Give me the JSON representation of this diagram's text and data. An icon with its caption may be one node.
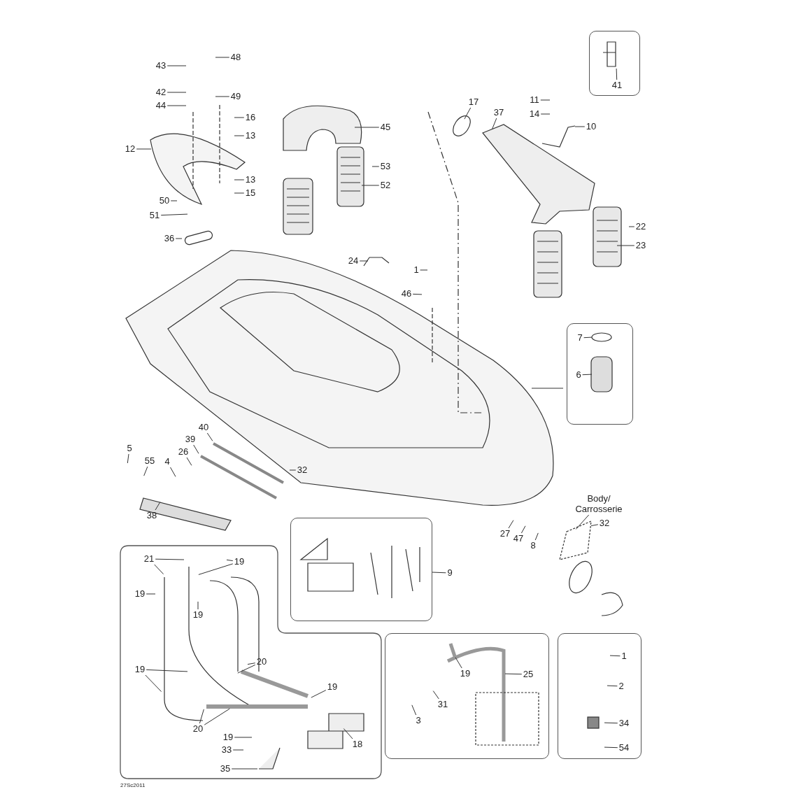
{
  "diagram": {
    "nodes": [
      {
        "text": [
          "43"
        ]
      },
      {
        "text": [
          "48"
        ]
      },
      {
        "text": [
          "42"
        ]
      },
      {
        "text": [
          "49"
        ]
      },
      {
        "text": [
          "44"
        ]
      },
      {
        "text": [],
        "shape": "box"
      },
      {
        "text": [
          "41"
        ],
        "in": 5
      },
      {
        "text": [
          "17"
        ]
      },
      {
        "text": [
          "37"
        ]
      },
      {
        "text": [
          "11"
        ]
      },
      {
        "text": [
          "14"
        ]
      },
      {
        "text": [
          "16"
        ]
      },
      {
        "text": [
          "45"
        ]
      },
      {
        "text": [
          "10"
        ]
      },
      {
        "text": [
          "13"
        ]
      },
      {
        "text": [
          "12"
        ]
      },
      {
        "text": [
          "53"
        ]
      },
      {
        "text": [
          "13"
        ]
      },
      {
        "text": [
          "52"
        ]
      },
      {
        "text": [
          "15"
        ]
      },
      {
        "text": [
          "50"
        ]
      },
      {
        "text": [
          "51"
        ]
      },
      {
        "text": [
          "22"
        ]
      },
      {
        "text": [
          "36"
        ]
      },
      {
        "text": [
          "23"
        ]
      },
      {
        "text": [
          "24"
        ]
      },
      {
        "text": [
          "1"
        ]
      },
      {
        "text": [
          "46"
        ]
      },
      {
        "text": [],
        "shape": "box"
      },
      {
        "text": [
          "7"
        ],
        "in": 28
      },
      {
        "text": [
          "6"
        ],
        "in": 28
      },
      {
        "text": [
          "40"
        ]
      },
      {
        "text": [
          "39"
        ]
      },
      {
        "text": [
          "5"
        ]
      },
      {
        "text": [
          "26"
        ]
      },
      {
        "text": [
          "55"
        ]
      },
      {
        "text": [
          "4"
        ]
      },
      {
        "text": [
          "32"
        ]
      },
      {
        "text": [
          "Body/ Carrosserie"
        ]
      },
      {
        "text": [
          "38"
        ]
      },
      {
        "text": [
          "32"
        ]
      },
      {
        "text": [
          "27"
        ]
      },
      {
        "text": [
          "47"
        ]
      },
      {
        "text": [
          "8"
        ]
      },
      {
        "text": [],
        "shape": "box"
      },
      {
        "text": [
          "9"
        ]
      },
      {
        "text": [],
        "shape": "box"
      },
      {
        "text": [
          "21"
        ],
        "in": 46
      },
      {
        "text": [
          "19"
        ],
        "in": 46
      },
      {
        "text": [
          "19"
        ],
        "in": 46
      },
      {
        "text": [
          "19"
        ],
        "in": 46
      },
      {
        "text": [],
        "shape": "box"
      },
      {
        "text": [],
        "shape": "box"
      },
      {
        "text": [
          "1"
        ],
        "in": 52
      },
      {
        "text": [
          "20"
        ],
        "in": 46
      },
      {
        "text": [
          "19"
        ],
        "in": 46
      },
      {
        "text": [
          "19"
        ],
        "in": 51
      },
      {
        "text": [
          "25"
        ],
        "in": 51
      },
      {
        "text": [
          "2"
        ],
        "in": 52
      },
      {
        "text": [
          "19"
        ],
        "in": 46
      },
      {
        "text": [
          "31"
        ],
        "in": 51
      },
      {
        "text": [
          "3"
        ],
        "in": 51
      },
      {
        "text": [
          "34"
        ],
        "in": 52
      },
      {
        "text": [
          "20"
        ],
        "in": 46
      },
      {
        "text": [
          "19"
        ],
        "in": 46
      },
      {
        "text": [
          "18"
        ],
        "in": 46
      },
      {
        "text": [
          "33"
        ],
        "in": 46
      },
      {
        "text": [
          "54"
        ],
        "in": 52
      },
      {
        "text": [
          "35"
        ],
        "in": 46
      }
    ],
    "edges": [
      {
        "from": 0,
        "to": null,
        "arrow": "none"
      },
      {
        "from": 1,
        "to": null,
        "arrow": "none"
      },
      {
        "from": 2,
        "to": null,
        "arrow": "none"
      },
      {
        "from": 3,
        "to": null,
        "arrow": "none"
      },
      {
        "from": 4,
        "to": null,
        "arrow": "none"
      },
      {
        "from": 6,
        "to": null,
        "arrow": "none"
      },
      {
        "from": 7,
        "to": null,
        "arrow": "none"
      },
      {
        "from": 8,
        "to": null,
        "arrow": "none"
      },
      {
        "from": 9,
        "to": null,
        "arrow": "none"
      },
      {
        "from": 10,
        "to": null,
        "arrow": "none"
      },
      {
        "from": 11,
        "to": null,
        "arrow": "none"
      },
      {
        "from": 12,
        "to": null,
        "arrow": "none"
      },
      {
        "from": 13,
        "to": null,
        "arrow": "none"
      },
      {
        "from": 14,
        "to": null,
        "arrow": "none"
      },
      {
        "from": 15,
        "to": null,
        "arrow": "none"
      },
      {
        "from": 16,
        "to": null,
        "arrow": "none"
      },
      {
        "from": 17,
        "to": null,
        "arrow": "none"
      },
      {
        "from": 18,
        "to": null,
        "arrow": "none"
      },
      {
        "from": 19,
        "to": null,
        "arrow": "none"
      },
      {
        "from": 20,
        "to": null,
        "arrow": "none"
      },
      {
        "from": 21,
        "to": null,
        "arrow": "none"
      },
      {
        "from": 22,
        "to": null,
        "arrow": "none"
      },
      {
        "from": 23,
        "to": null,
        "arrow": "none"
      },
      {
        "from": 24,
        "to": null,
        "arrow": "none"
      },
      {
        "from": 25,
        "to": null,
        "arrow": "none"
      },
      {
        "from": 26,
        "to": null,
        "arrow": "none"
      },
      {
        "from": 27,
        "to": null,
        "arrow": "none"
      },
      {
        "from": 29,
        "to": null,
        "arrow": "none"
      },
      {
        "from": 30,
        "to": null,
        "arrow": "none"
      },
      {
        "from": 31,
        "to": null,
        "arrow": "none"
      },
      {
        "from": 32,
        "to": null,
        "arrow": "none"
      },
      {
        "from": 33,
        "to": null,
        "arrow": "none"
      },
      {
        "from": 34,
        "to": null,
        "arrow": "none"
      },
      {
        "from": 35,
        "to": null,
        "arrow": "none"
      },
      {
        "from": 36,
        "to": null,
        "arrow": "none"
      },
      {
        "from": 37,
        "to": null,
        "arrow": "none"
      },
      {
        "from": 38,
        "to": null,
        "arrow": "none"
      },
      {
        "from": 39,
        "to": null,
        "arrow": "none"
      },
      {
        "from": 40,
        "to": null,
        "arrow": "none"
      },
      {
        "from": 41,
        "to": null,
        "arrow": "none"
      },
      {
        "from": 42,
        "to": null,
        "arrow": "none"
      },
      {
        "from": 43,
        "to": null,
        "arrow": "none"
      },
      {
        "from": 45,
        "to": 44,
        "arrow": "none"
      },
      {
        "from": 47,
        "to": null,
        "arrow": "none"
      },
      {
        "from": 47,
        "to": null,
        "arrow": "none"
      },
      {
        "from": 48,
        "to": null,
        "arrow": "none"
      },
      {
        "from": 48,
        "to": null,
        "arrow": "none"
      },
      {
        "from": 49,
        "to": null,
        "arrow": "none"
      },
      {
        "from": 50,
        "to": null,
        "arrow": "none"
      },
      {
        "from": 54,
        "to": null,
        "arrow": "none"
      },
      {
        "from": 54,
        "to": null,
        "arrow": "none"
      },
      {
        "from": 55,
        "to": null,
        "arrow": "none"
      },
      {
        "from": 55,
        "to": null,
        "arrow": "none"
      },
      {
        "from": 56,
        "to": null,
        "arrow": "none"
      },
      {
        "from": 57,
        "to": null,
        "arrow": "none"
      },
      {
        "from": 59,
        "to": null,
        "arrow": "none"
      },
      {
        "from": 60,
        "to": null,
        "arrow": "none"
      },
      {
        "from": 61,
        "to": null,
        "arrow": "none"
      },
      {
        "from": 53,
        "to": null,
        "arrow": "none"
      },
      {
        "from": 58,
        "to": null,
        "arrow": "none"
      },
      {
        "from": 62,
        "to": null,
        "arrow": "none"
      },
      {
        "from": 63,
        "to": null,
        "arrow": "none"
      },
      {
        "from": 63,
        "to": null,
        "arrow": "none"
      },
      {
        "from": 64,
        "to": null,
        "arrow": "none"
      },
      {
        "from": 65,
        "to": null,
        "arrow": "none"
      },
      {
        "from": 66,
        "to": null,
        "arrow": "none"
      },
      {
        "from": 67,
        "to": null,
        "arrow": "none"
      },
      {
        "from": 68,
        "to": null,
        "arrow": "none"
      }
    ],
    "labels": [
      "27Sc2011"
    ]
  }
}
